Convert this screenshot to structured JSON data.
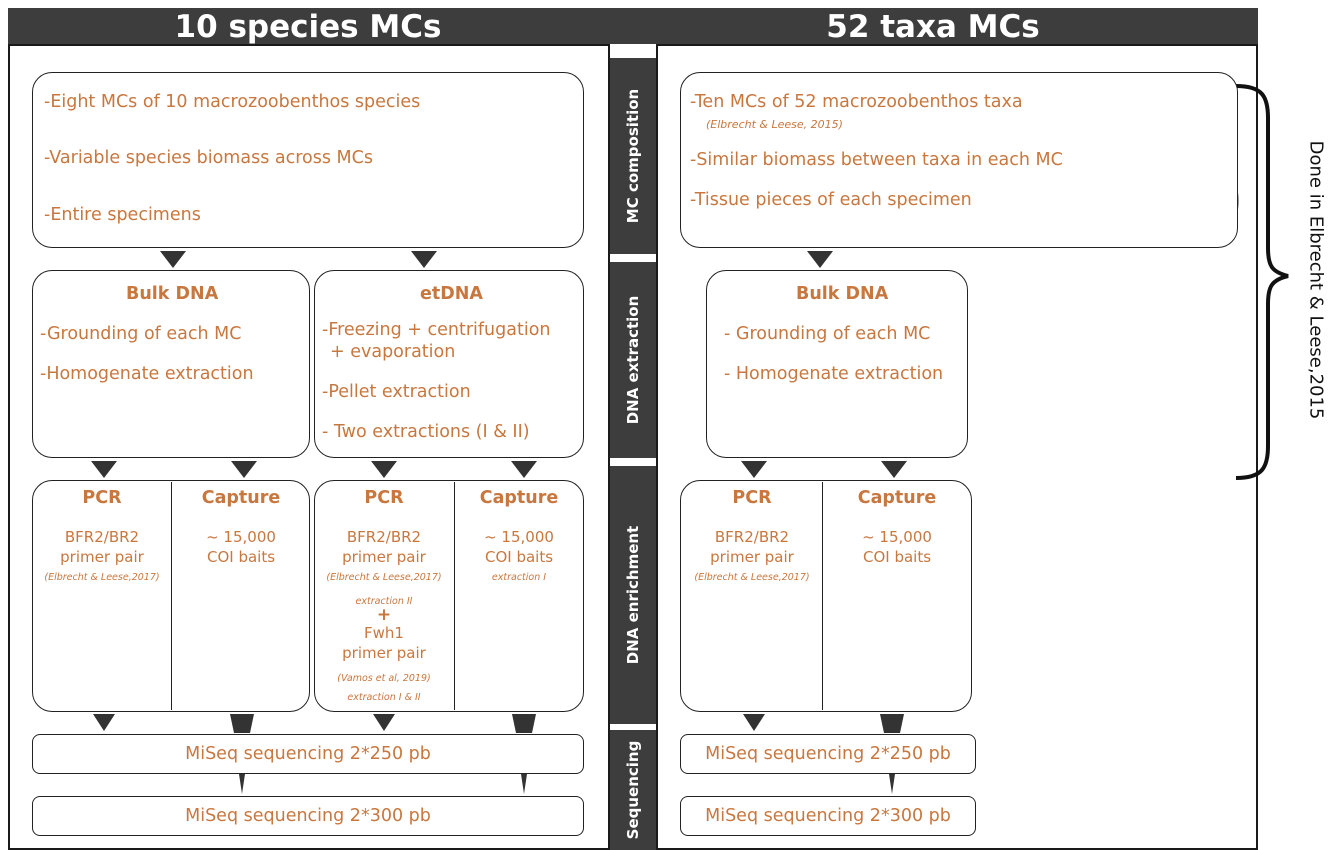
{
  "headers": {
    "left": "10 species MCs",
    "right": "52 taxa MCs"
  },
  "side_labels": {
    "composition": "MC composition",
    "extraction": "DNA extraction",
    "enrichment": "DNA enrichment",
    "sequencing": "Sequencing"
  },
  "left": {
    "composition": {
      "line1": "-Eight MCs of 10 macrozoobenthos species",
      "line2": "-Variable species biomass across MCs",
      "line3": "-Entire specimens"
    },
    "bulk": {
      "title": "Bulk DNA",
      "line1": "-Grounding of each MC",
      "line2": "-Homogenate extraction"
    },
    "etdna": {
      "title": "etDNA",
      "line1": "-Freezing + centrifugation",
      "line1b": "+ evaporation",
      "line2": "-Pellet extraction",
      "line3": "- Two extractions (I & II)"
    },
    "pcr1": {
      "title": "PCR",
      "line1": "BFR2/BR2",
      "line2": "primer pair",
      "cite": "(Elbrecht & Leese,2017)"
    },
    "cap1": {
      "title": "Capture",
      "line1": "~ 15,000",
      "line2": "COI baits"
    },
    "pcr2": {
      "title": "PCR",
      "line1": "BFR2/BR2",
      "line2": "primer pair",
      "cite": "(Elbrecht & Leese,2017)",
      "ext1": "extraction II",
      "plus": "+",
      "line3": "Fwh1",
      "line4": "primer pair",
      "cite2": "(Vamos et al, 2019)",
      "ext2": "extraction I & II"
    },
    "cap2": {
      "title": "Capture",
      "line1": "~ 15,000",
      "line2": "COI baits",
      "ext": "extraction I"
    },
    "seq1": "MiSeq sequencing 2*250 pb",
    "seq2": "MiSeq sequencing 2*300 pb"
  },
  "right": {
    "composition": {
      "line1": "-Ten MCs of 52 macrozoobenthos taxa",
      "cite": "(Elbrecht & Leese, 2015)",
      "line2": "-Similar biomass between taxa in each MC",
      "line3": "-Tissue pieces of each specimen"
    },
    "bulk": {
      "title": "Bulk DNA",
      "line1": "- Grounding of each MC",
      "line2": "- Homogenate extraction"
    },
    "pcr": {
      "title": "PCR",
      "line1": "BFR2/BR2",
      "line2": "primer pair",
      "cite": "(Elbrecht & Leese,2017)"
    },
    "cap": {
      "title": "Capture",
      "line1": "~ 15,000",
      "line2": "COI baits"
    },
    "seq1": "MiSeq sequencing 2*250 pb",
    "seq2": "MiSeq sequencing 2*300 pb"
  },
  "brace_label": "Done in Elbrecht & Leese,2015",
  "colors": {
    "accent": "#c8773f",
    "band": "#3d3d3d"
  }
}
